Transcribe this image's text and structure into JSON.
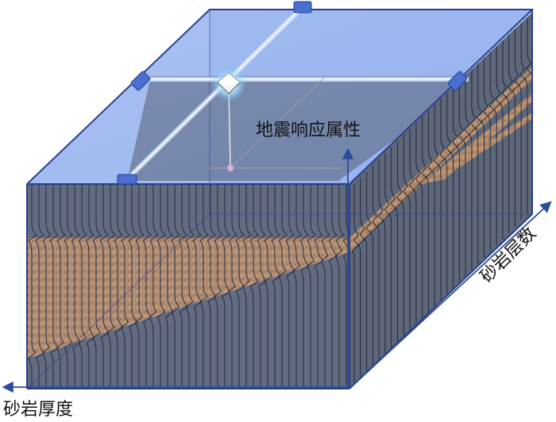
{
  "diagram": {
    "axis_labels": {
      "vertical": "地震响应属性",
      "thickness": "砂岩厚度",
      "layers": "砂岩层数"
    },
    "colors": {
      "box_fill": "#6f95e6",
      "box_edge": "#2a3f8c",
      "inner_surface": "#6b6b6b",
      "sand": "#c98a4a",
      "wiggle": "#0a0a0a",
      "axis_arrow": "#2a4d9c",
      "cursor_glow": "#bfe9ff",
      "handle": "#4a6fd0"
    },
    "elements": {
      "gizmo": "move-cursor-icon",
      "slider_handles": "slider-handle-icon"
    }
  }
}
